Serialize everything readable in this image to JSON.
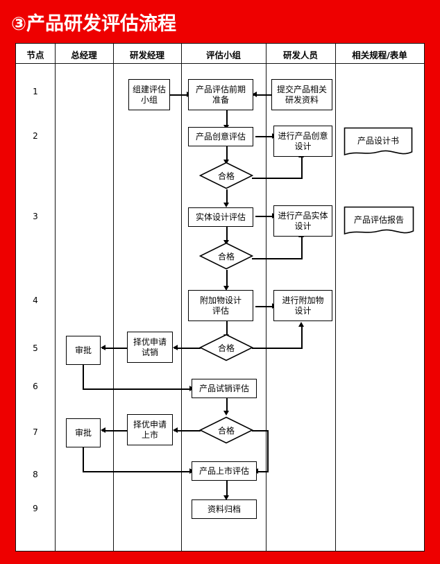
{
  "title": {
    "number": "③",
    "text": "产品研发评估流程"
  },
  "colors": {
    "background": "#ee0000",
    "chart_background": "#ffffff",
    "line": "#000000",
    "title_text": "#ffffff"
  },
  "table": {
    "headers": [
      {
        "label": "节点"
      },
      {
        "label": "总经理"
      },
      {
        "label": "研发经理"
      },
      {
        "label": "评估小组"
      },
      {
        "label": "研发人员"
      },
      {
        "label": "相关规程/表单"
      }
    ],
    "node_numbers": [
      "1",
      "2",
      "3",
      "4",
      "5",
      "6",
      "7",
      "8",
      "9"
    ]
  },
  "nodes": [
    {
      "id": "n1",
      "label": "组建评估\n小组",
      "type": "process",
      "column": "研发经理",
      "row": "1"
    },
    {
      "id": "n2",
      "label": "产品评估前期\n准备",
      "type": "process",
      "column": "评估小组",
      "row": "1"
    },
    {
      "id": "n3",
      "label": "提交产品相关\n研发资料",
      "type": "process",
      "column": "研发人员",
      "row": "1"
    },
    {
      "id": "n4",
      "label": "产品创意评估",
      "type": "process",
      "column": "评估小组",
      "row": "2"
    },
    {
      "id": "n5",
      "label": "进行产品创意\n设计",
      "type": "process",
      "column": "研发人员",
      "row": "2"
    },
    {
      "id": "n6",
      "label": "产品设计书",
      "type": "document",
      "column": "相关规程/表单",
      "row": "2"
    },
    {
      "id": "n7",
      "label": "合格",
      "type": "decision",
      "column": "评估小组",
      "row": "2"
    },
    {
      "id": "n8",
      "label": "实体设计评估",
      "type": "process",
      "column": "评估小组",
      "row": "3"
    },
    {
      "id": "n9",
      "label": "进行产品实体\n设计",
      "type": "process",
      "column": "研发人员",
      "row": "3"
    },
    {
      "id": "n10",
      "label": "产品评估报告",
      "type": "document",
      "column": "相关规程/表单",
      "row": "3"
    },
    {
      "id": "n11",
      "label": "合格",
      "type": "decision",
      "column": "评估小组",
      "row": "3"
    },
    {
      "id": "n12",
      "label": "附加物设计\n评估",
      "type": "process",
      "column": "评估小组",
      "row": "4"
    },
    {
      "id": "n13",
      "label": "进行附加物\n设计",
      "type": "process",
      "column": "研发人员",
      "row": "4"
    },
    {
      "id": "n14",
      "label": "合格",
      "type": "decision",
      "column": "评估小组",
      "row": "5"
    },
    {
      "id": "n15",
      "label": "择优申请\n试销",
      "type": "process",
      "column": "研发经理",
      "row": "5"
    },
    {
      "id": "n16",
      "label": "审批",
      "type": "process",
      "column": "总经理",
      "row": "5"
    },
    {
      "id": "n17",
      "label": "产品试销评估",
      "type": "process",
      "column": "评估小组",
      "row": "6"
    },
    {
      "id": "n18",
      "label": "合格",
      "type": "decision",
      "column": "评估小组",
      "row": "7"
    },
    {
      "id": "n19",
      "label": "择优申请\n上市",
      "type": "process",
      "column": "研发经理",
      "row": "7"
    },
    {
      "id": "n20",
      "label": "审批",
      "type": "process",
      "column": "总经理",
      "row": "7"
    },
    {
      "id": "n21",
      "label": "产品上市评估",
      "type": "process",
      "column": "评估小组",
      "row": "8"
    },
    {
      "id": "n22",
      "label": "资料归档",
      "type": "process",
      "column": "评估小组",
      "row": "9"
    }
  ]
}
